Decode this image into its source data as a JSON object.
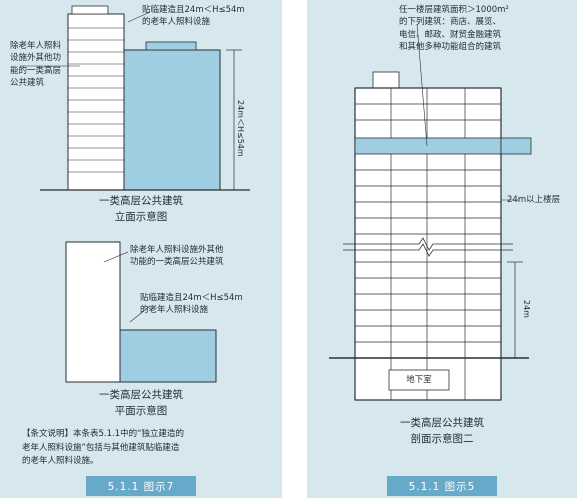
{
  "left_panel": {
    "elevation": {
      "label_left": "除老年人照料\n设施外其他功\n能的一类高层\n公共建筑",
      "label_top": "贴临建造且24m＜H≤54m\n的老年人照料设施",
      "height_dim": "24m＜H≤54m",
      "caption_title": "一类高层公共建筑",
      "caption_sub": "立面示意图"
    },
    "plan": {
      "label_top": "除老年人照料设施外其他\n功能的一类高层公共建筑",
      "label_mid": "贴临建造且24m＜H≤54m\n的老年人照料设施",
      "caption_title": "一类高层公共建筑",
      "caption_sub": "平面示意图"
    },
    "note": "【条文说明】本条表5.1.1中的“独立建造的\n老年人照料设施”包括与其他建筑贴临建造\n的老年人照料设施。",
    "badge": "5.1.1  图示7"
  },
  "right_panel": {
    "label_top": "任一楼层建筑面积＞1000m²\n的下列建筑：商店、展览、\n电信、邮政、财贸金融建筑\n和其他多种功能组合的建筑",
    "label_side": "24m以上楼层",
    "height_dim": "24m",
    "basement": "地下室",
    "caption_title": "一类高层公共建筑",
    "caption_sub": "剖面示意图二",
    "badge": "5.1.1  图示5"
  },
  "colors": {
    "panel_bg": "#d7e7ee",
    "highlight": "#9fcde2",
    "badge": "#66a9c8",
    "line": "#2a2f33"
  }
}
